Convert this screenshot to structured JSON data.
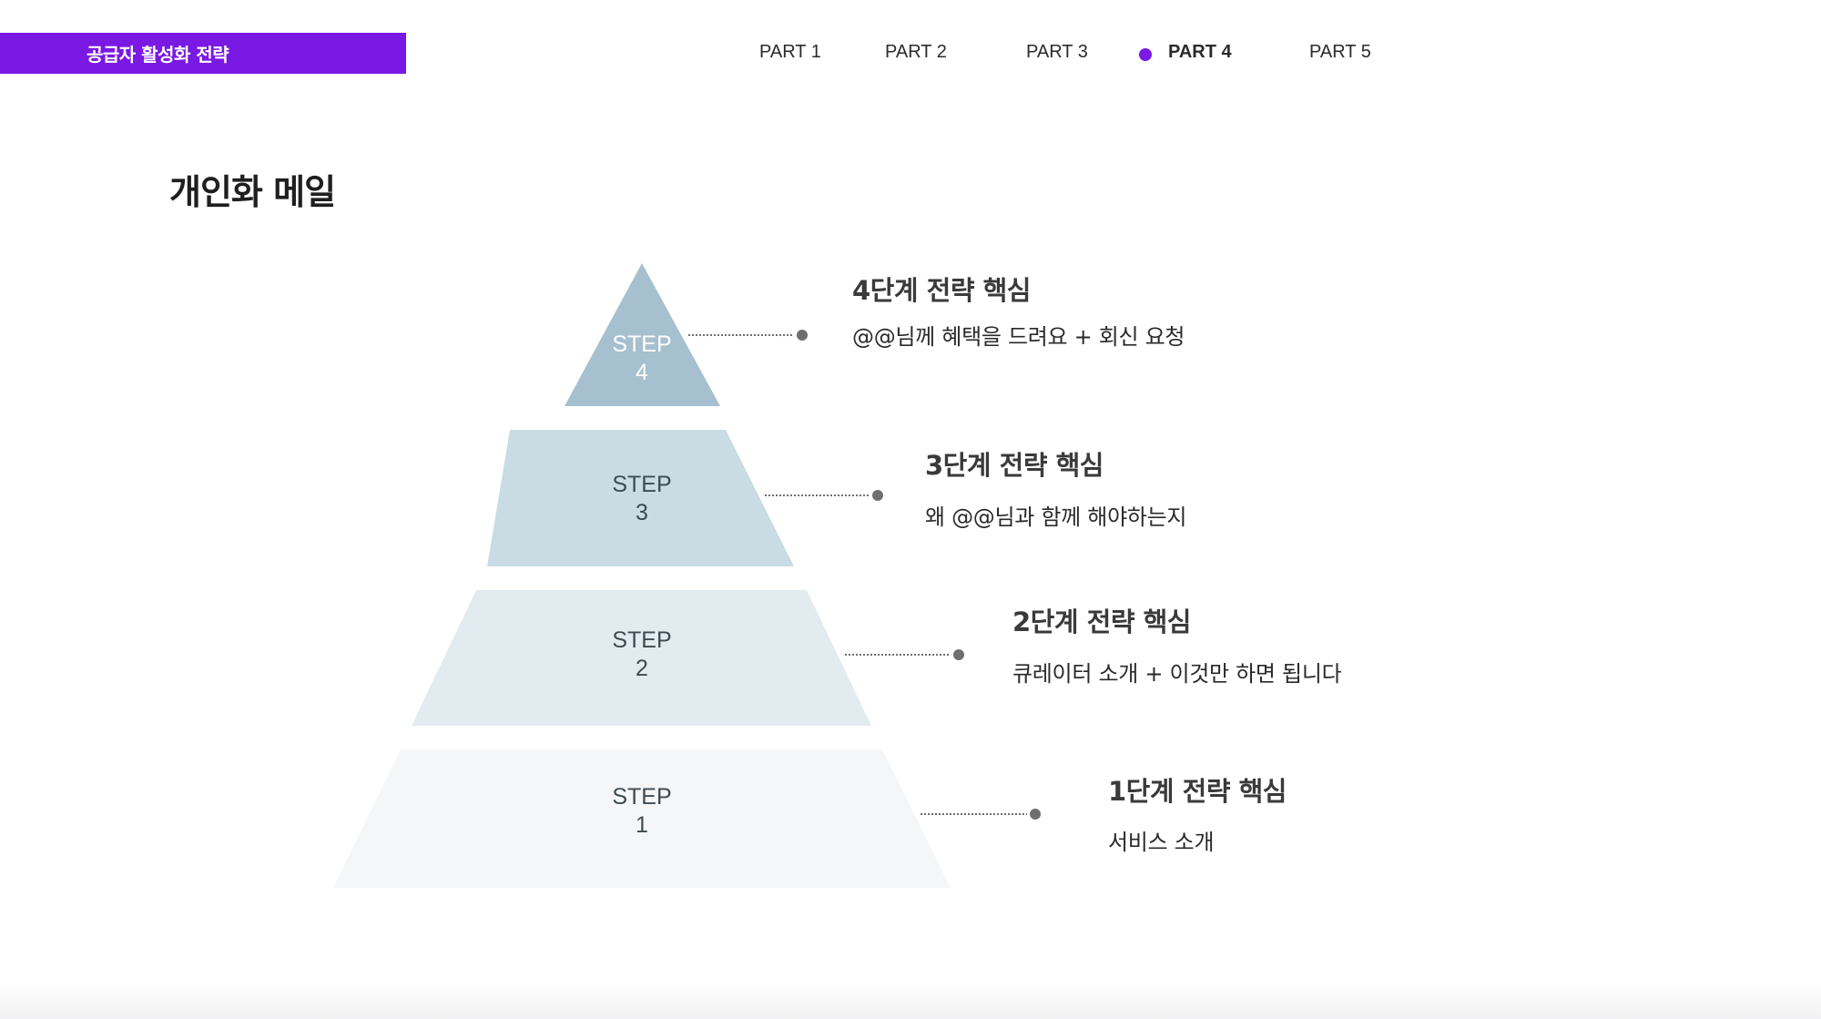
{
  "header": {
    "badge_label": "공급자 활성화 전략",
    "badge_color": "#7a18e4",
    "nav": [
      {
        "label": "PART 1",
        "active": false
      },
      {
        "label": "PART 2",
        "active": false
      },
      {
        "label": "PART 3",
        "active": false
      },
      {
        "label": "PART 4",
        "active": true
      },
      {
        "label": "PART 5",
        "active": false
      }
    ],
    "active_dot_color": "#7a18e4"
  },
  "page_title": "개인화 메일",
  "pyramid": {
    "levels": [
      {
        "step_word": "STEP",
        "step_number": "4",
        "fill": "#a6c0cf",
        "text_color": "#ffffff",
        "heading": "4단계 전략 핵심",
        "description": "@@님께 혜택을 드려요 + 회신 요청"
      },
      {
        "step_word": "STEP",
        "step_number": "3",
        "fill": "#c9dce4",
        "text_color": "#3e4a52",
        "heading": "3단계 전략 핵심",
        "description": "왜 @@님과 함께 해야하는지"
      },
      {
        "step_word": "STEP",
        "step_number": "2",
        "fill": "#e2ebef",
        "text_color": "#3e4a52",
        "heading": "2단계 전략 핵심",
        "description": "큐레이터 소개  + 이것만 하면 됩니다"
      },
      {
        "step_word": "STEP",
        "step_number": "1",
        "fill": "#f4f6f8",
        "text_color": "#3e4a52",
        "heading": "1단계 전략 핵심",
        "description": "서비스 소개"
      }
    ],
    "connector_color": "#6f6f6f"
  }
}
